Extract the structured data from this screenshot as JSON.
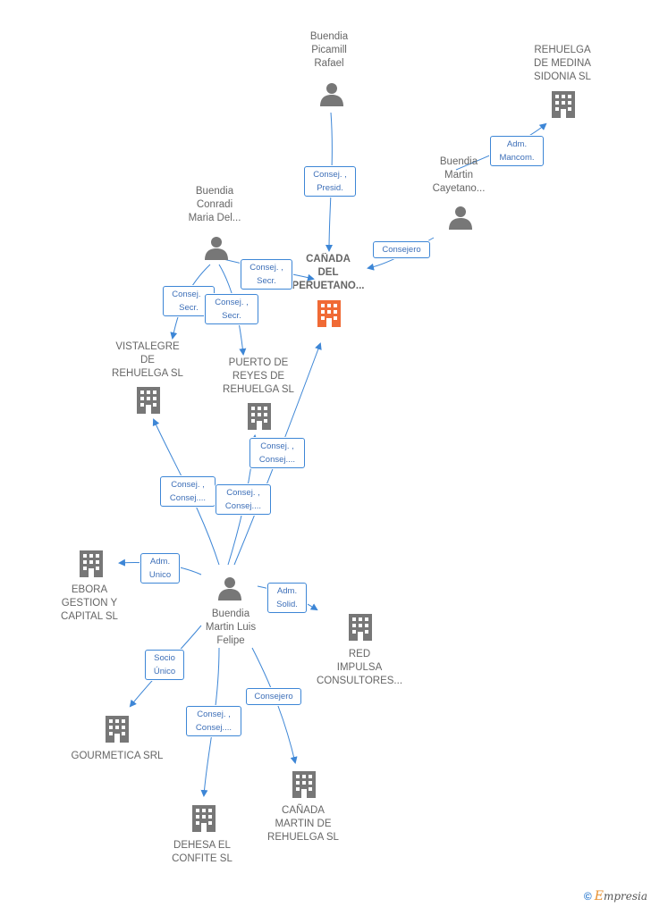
{
  "colors": {
    "edge": "#3d86d6",
    "node_gray": "#777777",
    "focus_orange": "#f06a35",
    "badge_text": "#3d6fb8"
  },
  "nodes": {
    "buendia_picamill": {
      "label": "Buendia\nPicamill\nRafael",
      "icon": "person-icon"
    },
    "rehuelga_medina": {
      "label": "REHUELGA\nDE MEDINA\nSIDONIA SL",
      "icon": "building-icon"
    },
    "buendia_cayetano": {
      "label": "Buendia\nMartin\nCayetano...",
      "icon": "person-icon"
    },
    "buendia_conradi": {
      "label": "Buendia\nConradi\nMaria Del...",
      "icon": "person-icon"
    },
    "canada_peruetano": {
      "label": "CAÑADA\nDEL\nPERUETANO...",
      "icon": "building-icon"
    },
    "vistalegre": {
      "label": "VISTALEGRE\nDE\nREHUELGA  SL",
      "icon": "building-icon"
    },
    "puerto_reyes": {
      "label": "PUERTO DE\nREYES DE\nREHUELGA  SL",
      "icon": "building-icon"
    },
    "ebora": {
      "label": "EBORA\nGESTION Y\nCAPITAL  SL",
      "icon": "building-icon"
    },
    "buendia_luis": {
      "label": "Buendia\nMartin Luis\nFelipe",
      "icon": "person-icon"
    },
    "red_impulsa": {
      "label": "RED\nIMPULSA\nCONSULTORES...",
      "icon": "building-icon"
    },
    "gourmetica": {
      "label": "GOURMETICA SRL",
      "icon": "building-icon"
    },
    "dehesa": {
      "label": "DEHESA EL\nCONFITE  SL",
      "icon": "building-icon"
    },
    "canada_martin": {
      "label": "CAÑADA\nMARTIN DE\nREHUELGA  SL",
      "icon": "building-icon"
    }
  },
  "edges": {
    "picamill_canada": "Consej. ,\nPresid.",
    "cayetano_rehuelga": "Adm.\nMancom.",
    "cayetano_canada": "Consejero",
    "conradi_canada": "Consej. ,\nSecr.",
    "conradi_vistalegre": "Consej. ,\nSecr.",
    "conradi_puerto": "Consej. ,\nSecr.",
    "luis_canada": "Consej. ,\nConsej....",
    "luis_vistalegre": "Consej. ,\nConsej....",
    "luis_puerto": "Consej. ,\nConsej....",
    "luis_ebora": "Adm.\nUnico",
    "luis_red": "Adm.\nSolid.",
    "luis_gourmetica": "Socio\nÚnico",
    "luis_dehesa": "Consej. ,\nConsej....",
    "luis_canada_martin": "Consejero"
  },
  "brand": {
    "copyright": "©",
    "first_letter": "E",
    "rest": "mpresia"
  }
}
